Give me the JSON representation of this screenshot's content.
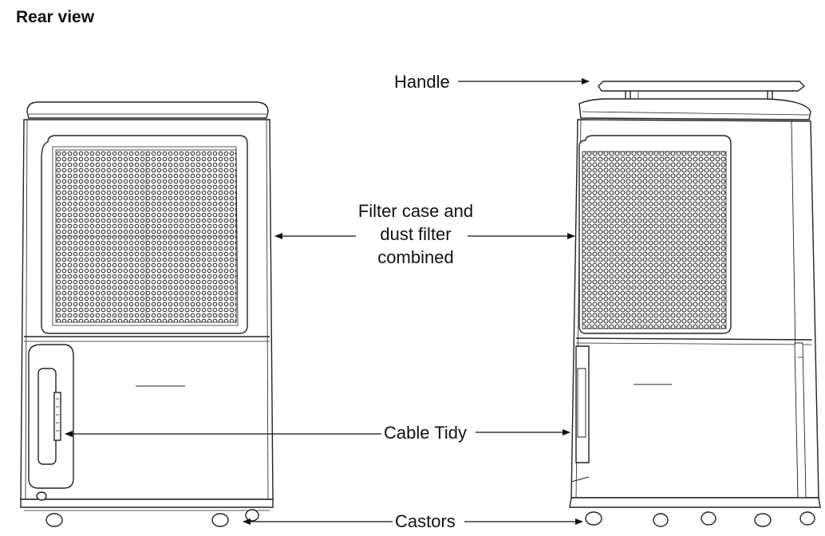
{
  "heading": "Rear view",
  "labels": {
    "handle": "Handle",
    "filter_line1": "Filter case and",
    "filter_line2": "dust filter",
    "filter_line3": "combined",
    "cable_tidy": "Cable Tidy",
    "castors": "Castors"
  }
}
